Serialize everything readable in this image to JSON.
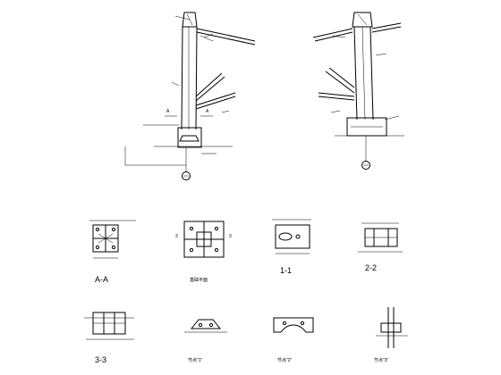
{
  "drawing": {
    "top_axis_left": "",
    "top_axis_right": "",
    "section_titles": {
      "a_a": "A-A",
      "elev": "基础平面",
      "s1_1": "1-1",
      "s2_2": "2-2",
      "s3_3": "3-3",
      "node1": "节点\"1\"",
      "node2": "节点\"2\"",
      "node3": "节点\"3\""
    },
    "marks": {
      "a": "A",
      "n3": "3"
    }
  }
}
